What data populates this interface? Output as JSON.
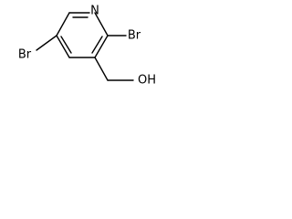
{
  "molecule": {
    "atoms": {
      "ring_nitrogen": "N",
      "bromine_2": "Br",
      "bromine_5": "Br",
      "hydroxyl": "OH"
    }
  }
}
